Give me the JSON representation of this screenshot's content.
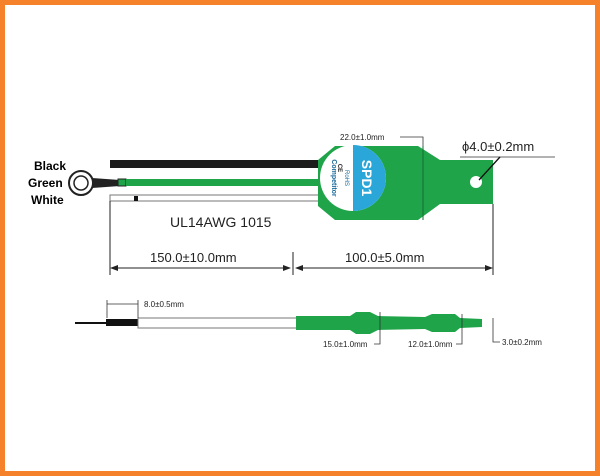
{
  "colors": {
    "frame": "#f5822a",
    "green": "#1fa44a",
    "label_blue": "#2aa7d8"
  },
  "wire_labels": [
    "Black",
    "Green",
    "White"
  ],
  "cable_spec": "UL14AWG 1015",
  "dimensions": {
    "lead_length": "150.0±10.0mm",
    "body_length": "100.0±5.0mm",
    "body_width": "22.0±1.0mm",
    "hole_diameter": "ϕ4.0±0.2mm",
    "strip_length": "8.0±0.5mm",
    "thickness_main": "15.0±1.0mm",
    "thickness_mid": "12.0±1.0mm",
    "thickness_tab": "3.0±0.2mm"
  },
  "label": {
    "brand": "SPD1",
    "marks": "RoHS",
    "maker": "Competitor",
    "ce": "CE"
  }
}
